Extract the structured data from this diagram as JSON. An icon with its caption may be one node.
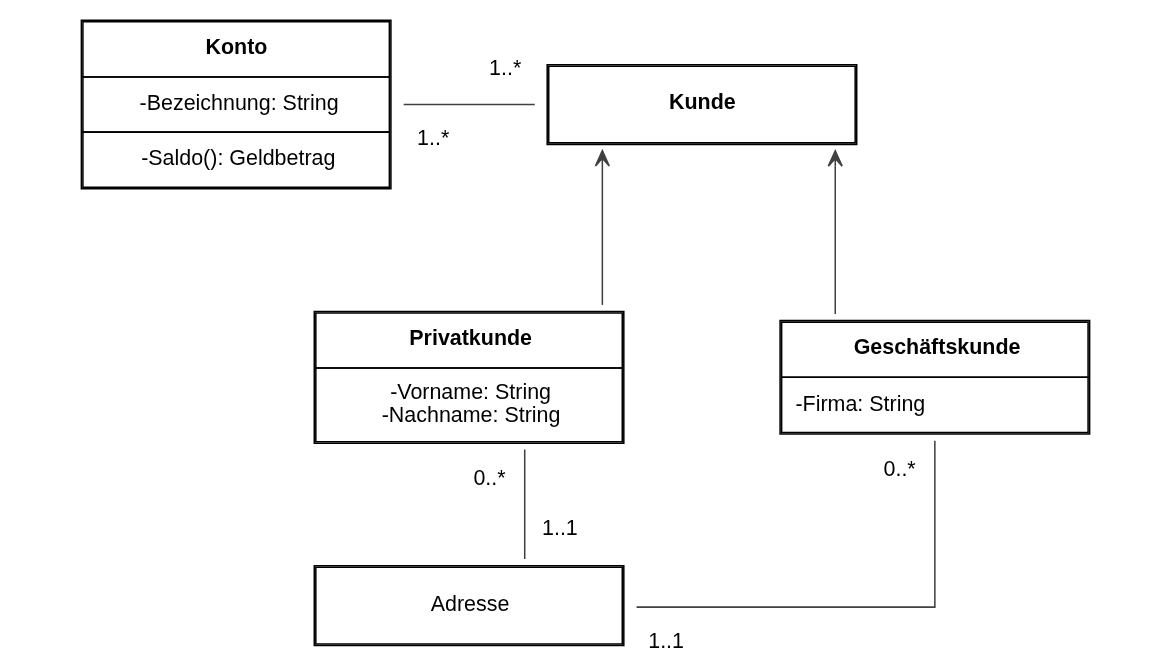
{
  "diagram": {
    "nodes": [
      {
        "text": [
          "Konto",
          "-Bezeichnung: String",
          "-Saldo(): Geldbetrag"
        ]
      },
      {
        "text": [
          "Kunde"
        ]
      },
      {
        "text": [
          "Privatkunde",
          "-Vorname: String",
          "-Nachname: String"
        ]
      },
      {
        "text": [
          "Geschäftskunde",
          "-Firma: String"
        ]
      },
      {
        "text": [
          "Adresse"
        ]
      }
    ],
    "edges": [
      {
        "from": 0,
        "to": 1,
        "arrow": "none"
      },
      {
        "from": 2,
        "to": 1,
        "arrow": "to"
      },
      {
        "from": 3,
        "to": 1,
        "arrow": "to"
      },
      {
        "from": 2,
        "to": 4,
        "arrow": "none"
      },
      {
        "from": 3,
        "to": 4,
        "arrow": "none"
      }
    ],
    "labels": [
      "1..*",
      "1..*",
      "0..*",
      "0..*",
      "1..1",
      "1..1"
    ]
  }
}
